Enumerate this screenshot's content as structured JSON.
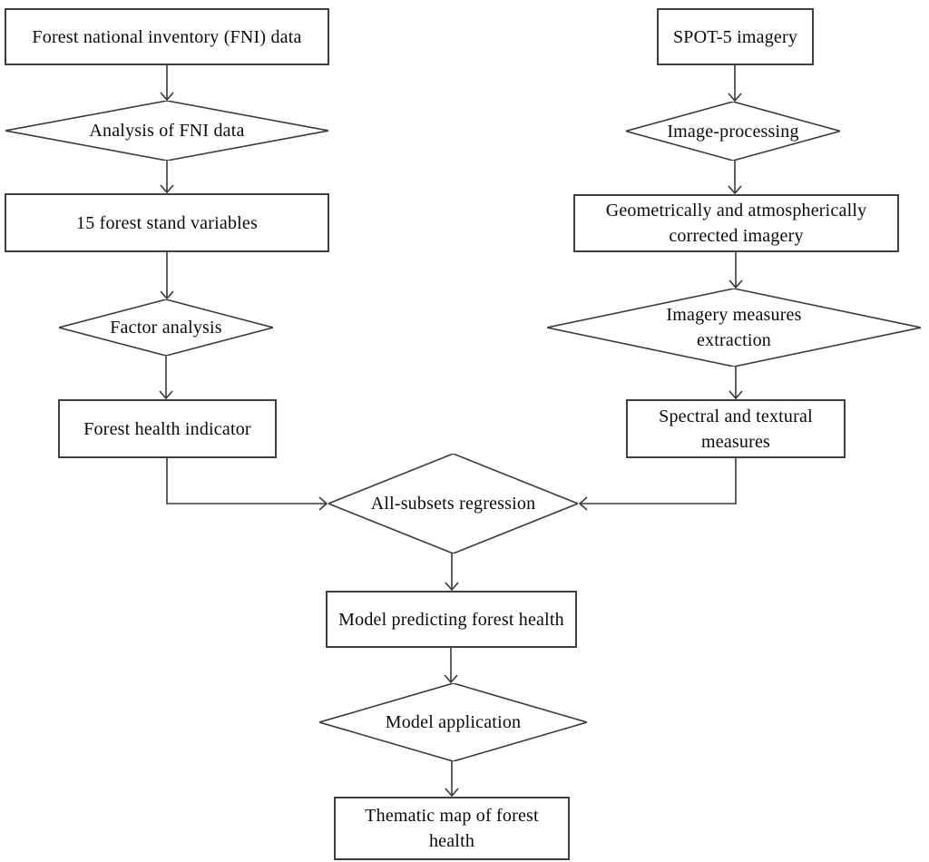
{
  "diagram": {
    "type": "flowchart",
    "colors": {
      "background": "#ffffff",
      "line": "#3a3a3a",
      "border": "#404040",
      "text": "#0a0a0a"
    },
    "nodes": {
      "fni_data": {
        "shape": "rect",
        "label": "Forest national inventory (FNI) data"
      },
      "analysis_fni": {
        "shape": "diamond",
        "label": "Analysis of FNI data"
      },
      "stand_variables": {
        "shape": "rect",
        "label": "15 forest stand variables"
      },
      "factor_analysis": {
        "shape": "diamond",
        "label": "Factor analysis"
      },
      "forest_health_indicator": {
        "shape": "rect",
        "label": "Forest health indicator"
      },
      "spot5_imagery": {
        "shape": "rect",
        "label": "SPOT-5 imagery"
      },
      "image_processing": {
        "shape": "diamond",
        "label": "Image-processing"
      },
      "corrected_imagery": {
        "shape": "rect",
        "label": "Geometrically and atmospherically corrected imagery"
      },
      "imagery_measures_extraction": {
        "shape": "diamond",
        "label": "Imagery measures extraction"
      },
      "spectral_textural_measures": {
        "shape": "rect",
        "label": "Spectral and textural measures"
      },
      "all_subsets_regression": {
        "shape": "diamond",
        "label": "All-subsets regression"
      },
      "model_predicting": {
        "shape": "rect",
        "label": "Model predicting forest health"
      },
      "model_application": {
        "shape": "diamond",
        "label": "Model application"
      },
      "thematic_map": {
        "shape": "rect",
        "label": "Thematic map of forest health"
      }
    },
    "edges": [
      {
        "from": "fni_data",
        "to": "analysis_fni"
      },
      {
        "from": "analysis_fni",
        "to": "stand_variables"
      },
      {
        "from": "stand_variables",
        "to": "factor_analysis"
      },
      {
        "from": "factor_analysis",
        "to": "forest_health_indicator"
      },
      {
        "from": "forest_health_indicator",
        "to": "all_subsets_regression"
      },
      {
        "from": "spot5_imagery",
        "to": "image_processing"
      },
      {
        "from": "image_processing",
        "to": "corrected_imagery"
      },
      {
        "from": "corrected_imagery",
        "to": "imagery_measures_extraction"
      },
      {
        "from": "imagery_measures_extraction",
        "to": "spectral_textural_measures"
      },
      {
        "from": "spectral_textural_measures",
        "to": "all_subsets_regression"
      },
      {
        "from": "all_subsets_regression",
        "to": "model_predicting"
      },
      {
        "from": "model_predicting",
        "to": "model_application"
      },
      {
        "from": "model_application",
        "to": "thematic_map"
      }
    ]
  }
}
